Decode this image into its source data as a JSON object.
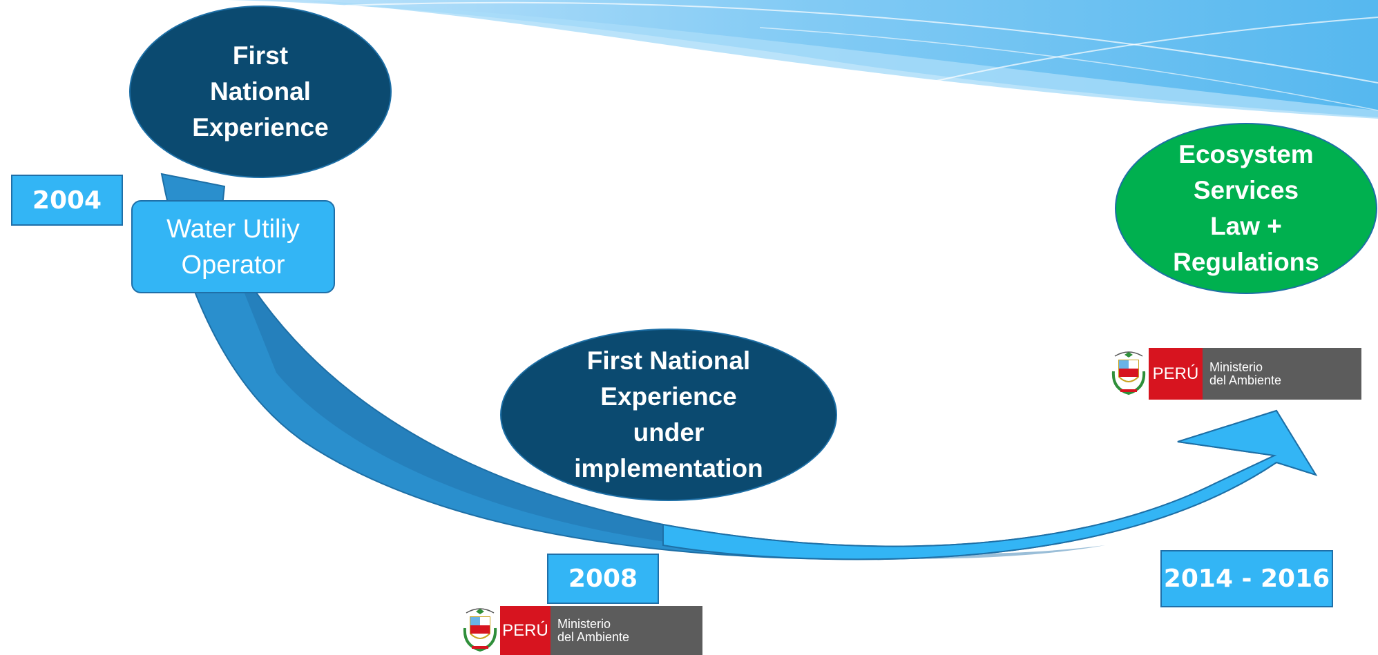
{
  "colors": {
    "dark_navy": "#0b4a70",
    "green": "#00b04f",
    "light_blue": "#33b5f5",
    "arrow_dark": "#2a8fcd",
    "peru_red": "#d7141f",
    "ministry_gray": "#5c5c5c"
  },
  "nodes": {
    "first_national": {
      "lines": [
        "First",
        "National",
        "Experience"
      ]
    },
    "under_impl": {
      "lines": [
        "First National",
        "Experience",
        "under",
        "implementation"
      ]
    },
    "ecosystem": {
      "lines": [
        "Ecosystem",
        "Services",
        "Law +",
        "Regulations"
      ]
    },
    "water_utility": {
      "lines": [
        "Water Utiliy",
        "Operator"
      ]
    }
  },
  "years": {
    "y2004": "2004",
    "y2008": "2008",
    "y2014": "2014 - 2016"
  },
  "logo": {
    "peru": "PERÚ",
    "ministry_line1": "Ministerio",
    "ministry_line2": "del Ambiente",
    "crest_icon": "peru-coat-of-arms-icon"
  }
}
